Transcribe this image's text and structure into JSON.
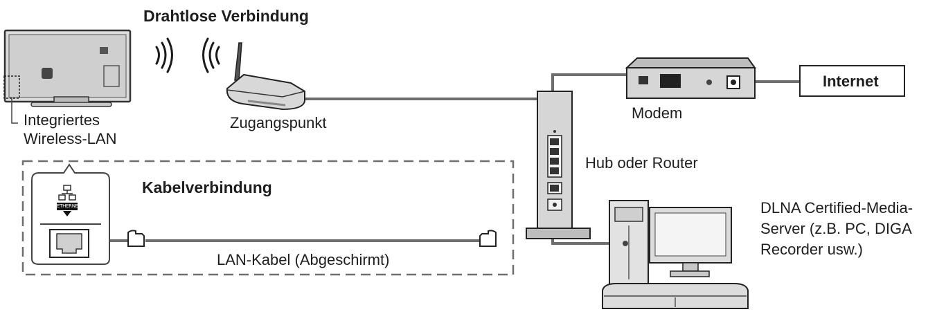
{
  "labels": {
    "wireless_title": "Drahtlose Verbindung",
    "tv_line1": "Integriertes",
    "tv_line2": "Wireless-LAN",
    "access_point": "Zugangspunkt",
    "modem": "Modem",
    "internet": "Internet",
    "hub": "Hub oder Router",
    "wired_title": "Kabelverbindung",
    "lan_cable": "LAN-Kabel (Abgeschirmt)",
    "dlna_line1": "DLNA Certified-Media-",
    "dlna_line2": "Server (z.B. PC, DIGA",
    "dlna_line3": "Recorder usw.)",
    "ethernet_badge": "ETHERNET"
  },
  "icons": {
    "tv": "tv-back-icon",
    "wifi_waves": "wifi-wave-icon",
    "router": "wireless-router-icon",
    "modem": "modem-icon",
    "hub": "hub-router-icon",
    "pc": "desktop-pc-icon",
    "monitor": "monitor-icon",
    "recorder": "recorder-icon",
    "lan_port": "lan-port-icon",
    "network": "network-icon",
    "cable_plug": "cable-plug-icon"
  },
  "colors": {
    "line": "#6e6e6e",
    "device_fill": "#d6d6d6",
    "device_dark": "#4a4a4a",
    "text": "#1e1e1e"
  }
}
